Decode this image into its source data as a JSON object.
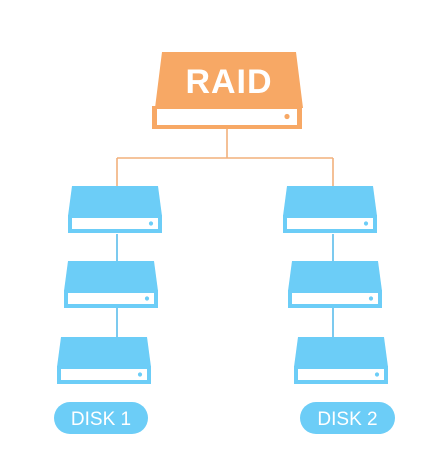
{
  "raid": {
    "label": "RAID",
    "color": "#F7A865"
  },
  "connector_color": "#F2B07C",
  "disk_color": "#6CCDF7",
  "disk_line_color": "#5BBDEB",
  "columns": [
    {
      "label": "DISK 1",
      "drive_count": 3
    },
    {
      "label": "DISK 2",
      "drive_count": 3
    }
  ],
  "icons": {
    "raid": "raid-controller-icon",
    "drive": "hard-drive-icon"
  }
}
